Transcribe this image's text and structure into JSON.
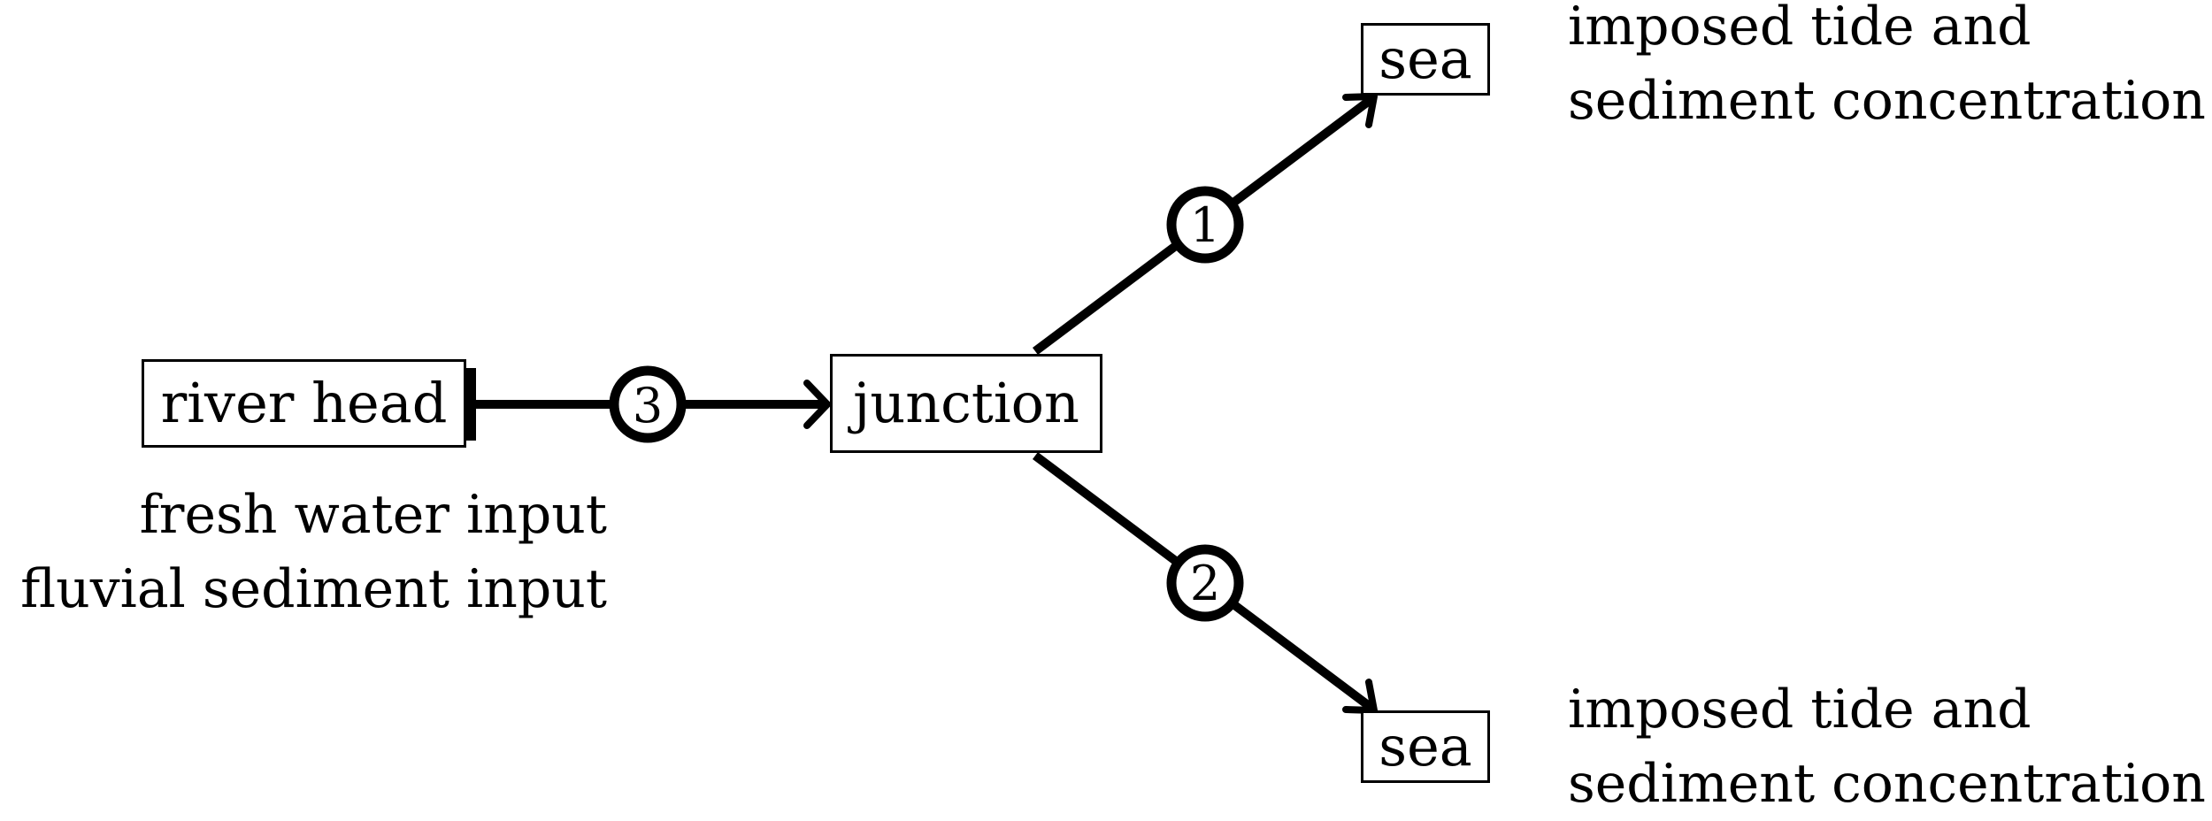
{
  "nodes": {
    "river_head": "river head",
    "junction": "junction",
    "sea_top": "sea",
    "sea_bottom": "sea"
  },
  "channels": {
    "channel_1": "1",
    "channel_2": "2",
    "channel_3": "3"
  },
  "notes": {
    "river_line1": "fresh water input",
    "river_line2": "fluvial sediment input",
    "sea_top_line1": "imposed tide and",
    "sea_top_line2": "sediment concentration",
    "sea_bottom_line1": "imposed tide and",
    "sea_bottom_line2": "sediment concentration"
  }
}
